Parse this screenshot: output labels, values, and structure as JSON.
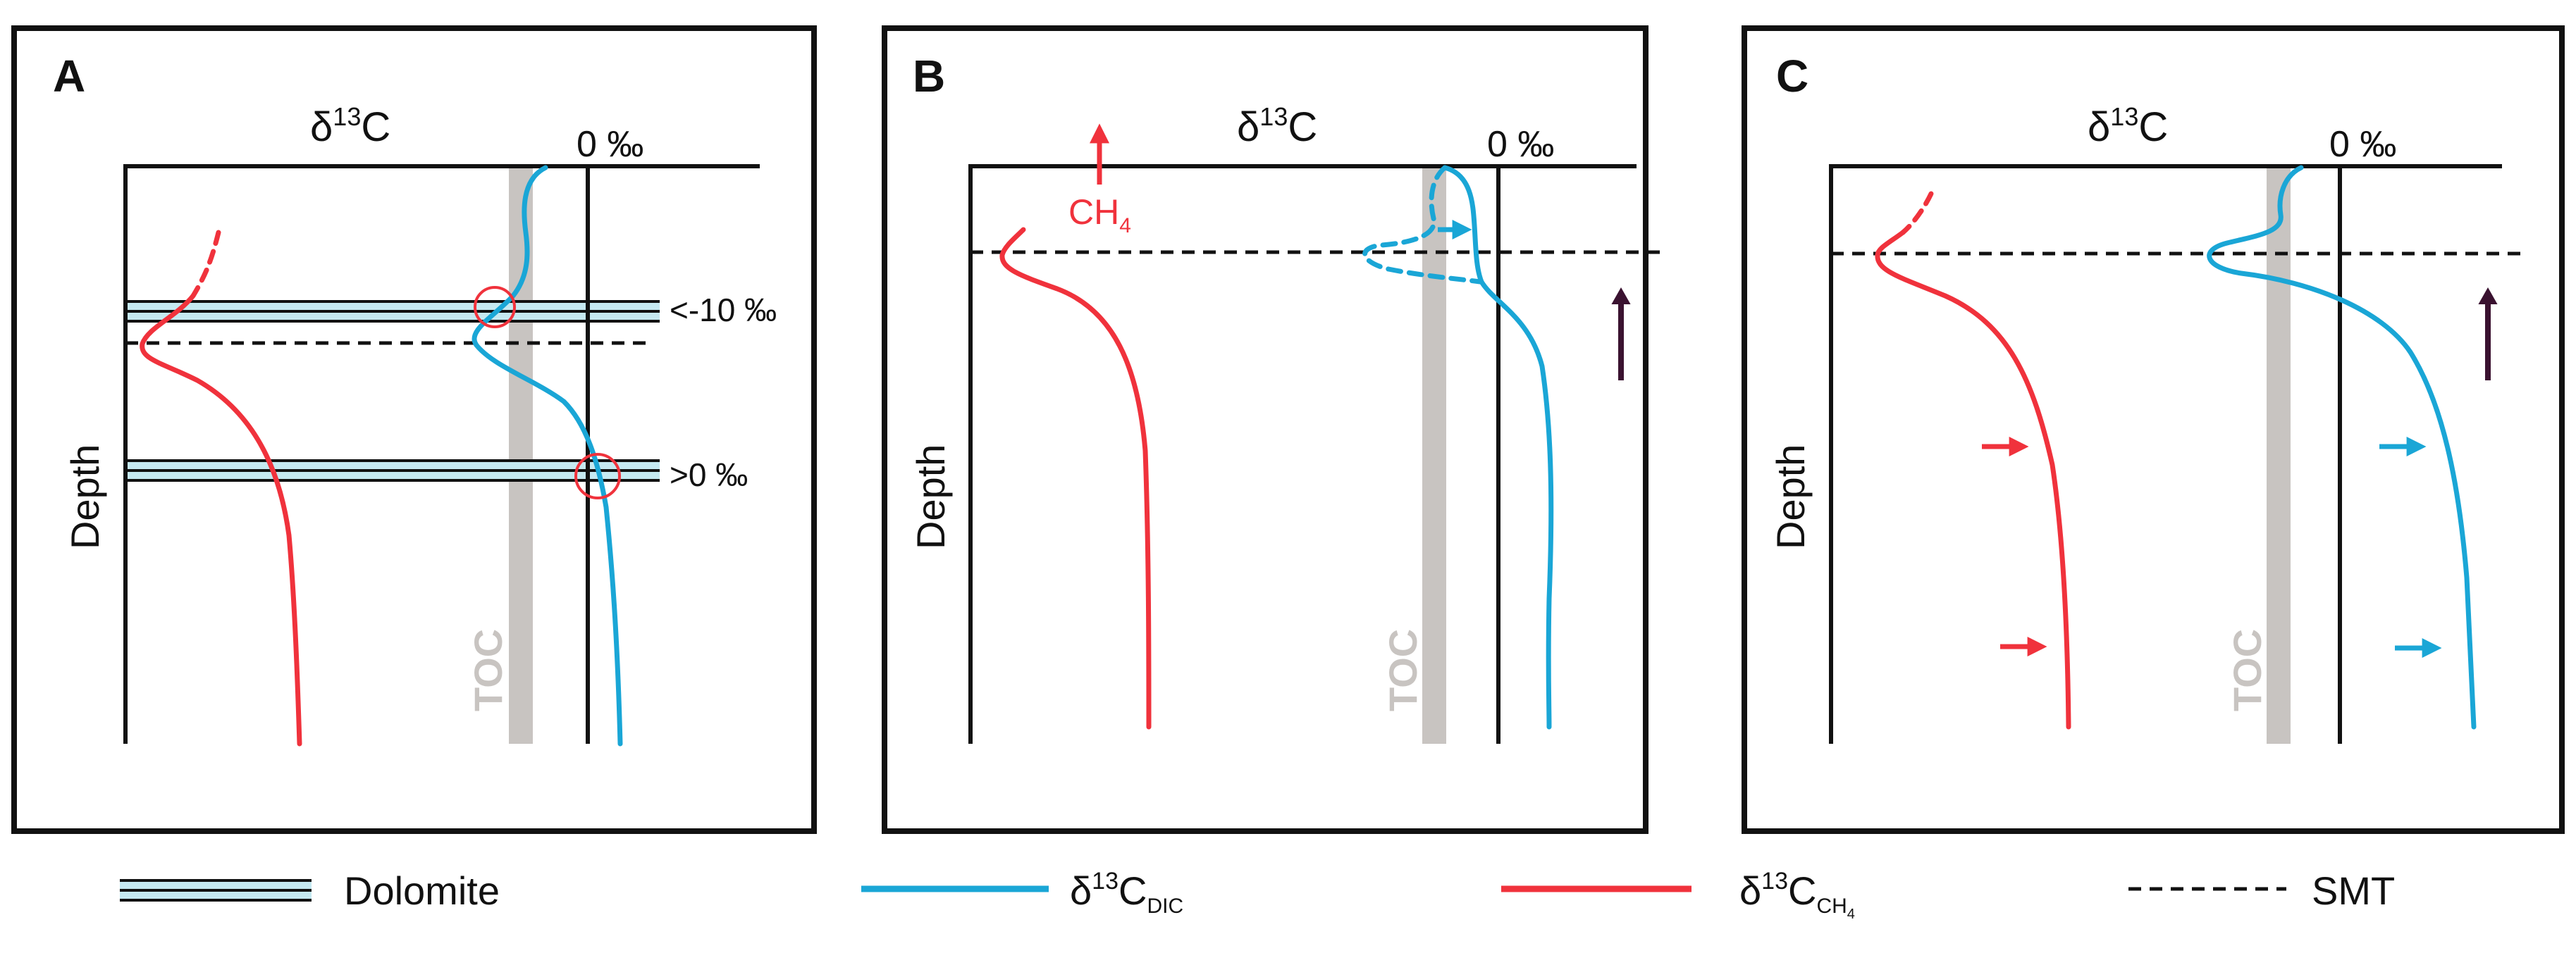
{
  "colors": {
    "dic": "#1aa6d6",
    "ch4": "#f0323c",
    "toc": "#c8c4c1",
    "dolomite": "#c5e9f1",
    "smt": "#111111",
    "flux_arrow": "#3a1230"
  },
  "panels": [
    {
      "letter": "A",
      "axis_title_base": "δ",
      "axis_title_sup": "13",
      "axis_title_end": "C",
      "zero_label": "0 ‰",
      "depth_label": "Depth",
      "toc_label": "TOC",
      "band_labels": [
        "<-10 ‰",
        ">0 ‰"
      ]
    },
    {
      "letter": "B",
      "axis_title_base": "δ",
      "axis_title_sup": "13",
      "axis_title_end": "C",
      "zero_label": "0 ‰",
      "depth_label": "Depth",
      "toc_label": "TOC",
      "ch4_label": "CH",
      "ch4_sub": "4"
    },
    {
      "letter": "C",
      "axis_title_base": "δ",
      "axis_title_sup": "13",
      "axis_title_end": "C",
      "zero_label": "0 ‰",
      "depth_label": "Depth",
      "toc_label": "TOC"
    }
  ],
  "legend": {
    "dolomite": "Dolomite",
    "dic_base": "δ",
    "dic_sup": "13",
    "dic_c": "C",
    "dic_sub": "DIC",
    "ch4_base": "δ",
    "ch4_sup": "13",
    "ch4_c": "C",
    "ch4_sub": "CH",
    "ch4_subsub": "4",
    "smt": "SMT"
  }
}
